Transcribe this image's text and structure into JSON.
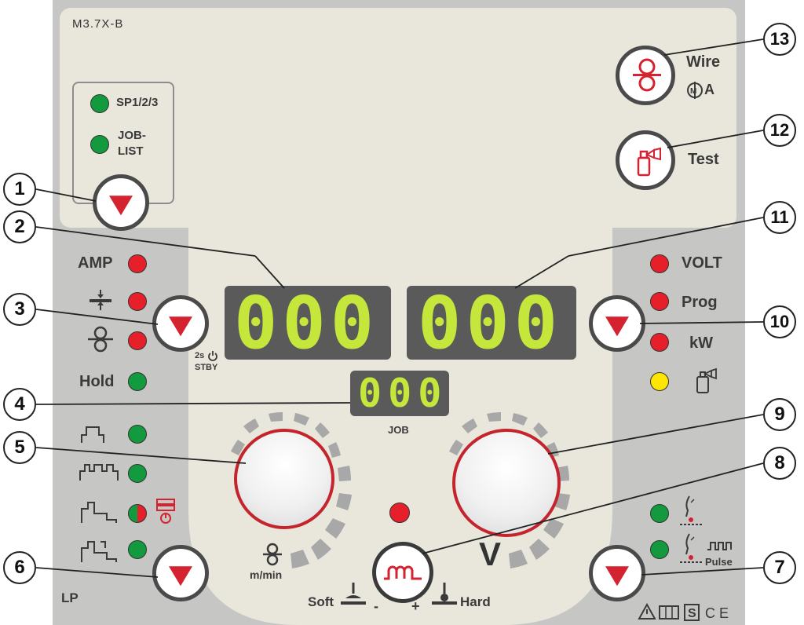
{
  "panel": {
    "model": "M3.7X-B",
    "mode_labels": {
      "sp": "SP1/2/3",
      "job_list_1": "JOB-",
      "job_list_2": "LIST"
    },
    "left_labels": {
      "amp": "AMP",
      "hold": "Hold",
      "lp": "LP"
    },
    "right_labels": {
      "volt": "VOLT",
      "prog": "Prog",
      "kw": "kW"
    },
    "top_right": {
      "wire": "Wire",
      "ma": "A",
      "test": "Test"
    },
    "stby": {
      "seconds": "2s",
      "stby": "STBY"
    },
    "job_label": "JOB",
    "wire_speed_unit": "m/min",
    "volt_unit": "V",
    "soft": "Soft",
    "hard": "Hard",
    "minus": "-",
    "plus": "+",
    "pulse": "Pulse"
  },
  "displays": {
    "left": "000",
    "right": "000",
    "job": "000"
  },
  "callouts": [
    "1",
    "2",
    "3",
    "4",
    "5",
    "6",
    "7",
    "8",
    "9",
    "10",
    "11",
    "12",
    "13"
  ],
  "leds": {
    "sp": "green",
    "job_list": "green",
    "amp": "red",
    "thickness": "red",
    "wire_speed": "red",
    "hold": "green",
    "mode_2t": "green",
    "mode_4t": "green",
    "mode_special": "red-green",
    "mode_4t_special": "green",
    "volt": "red",
    "prog": "red",
    "kw": "red",
    "gas": "yellow",
    "choke": "red",
    "arc_std": "green",
    "arc_pulse": "green"
  },
  "colors": {
    "panel": "#c6c6c4",
    "face": "#e9e7dc",
    "accent_red": "#d42230",
    "display_seg": "#c5e63a"
  },
  "icons": [
    "wire-feed-icon",
    "gas-test-icon",
    "thickness-icon",
    "wire-speed-icon",
    "standby-icon",
    "choke-icon",
    "mode-2t-icon",
    "mode-4t-icon",
    "spot-icon",
    "gas-bottle-icon",
    "arc-icon",
    "warning-icon"
  ]
}
